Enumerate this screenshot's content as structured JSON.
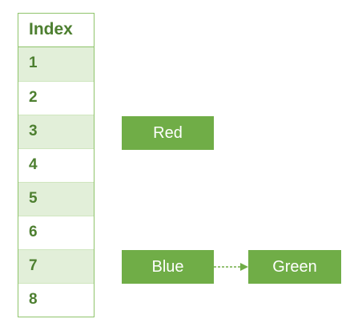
{
  "table": {
    "header": "Index",
    "rows": [
      "1",
      "2",
      "3",
      "4",
      "5",
      "6",
      "7",
      "8"
    ]
  },
  "boxes": {
    "red": "Red",
    "blue": "Blue",
    "green": "Green"
  },
  "colors": {
    "box_fill": "#70ad47",
    "text_green": "#4d7f30",
    "row_shade": "#e2efd9",
    "border": "#8fc46b"
  }
}
